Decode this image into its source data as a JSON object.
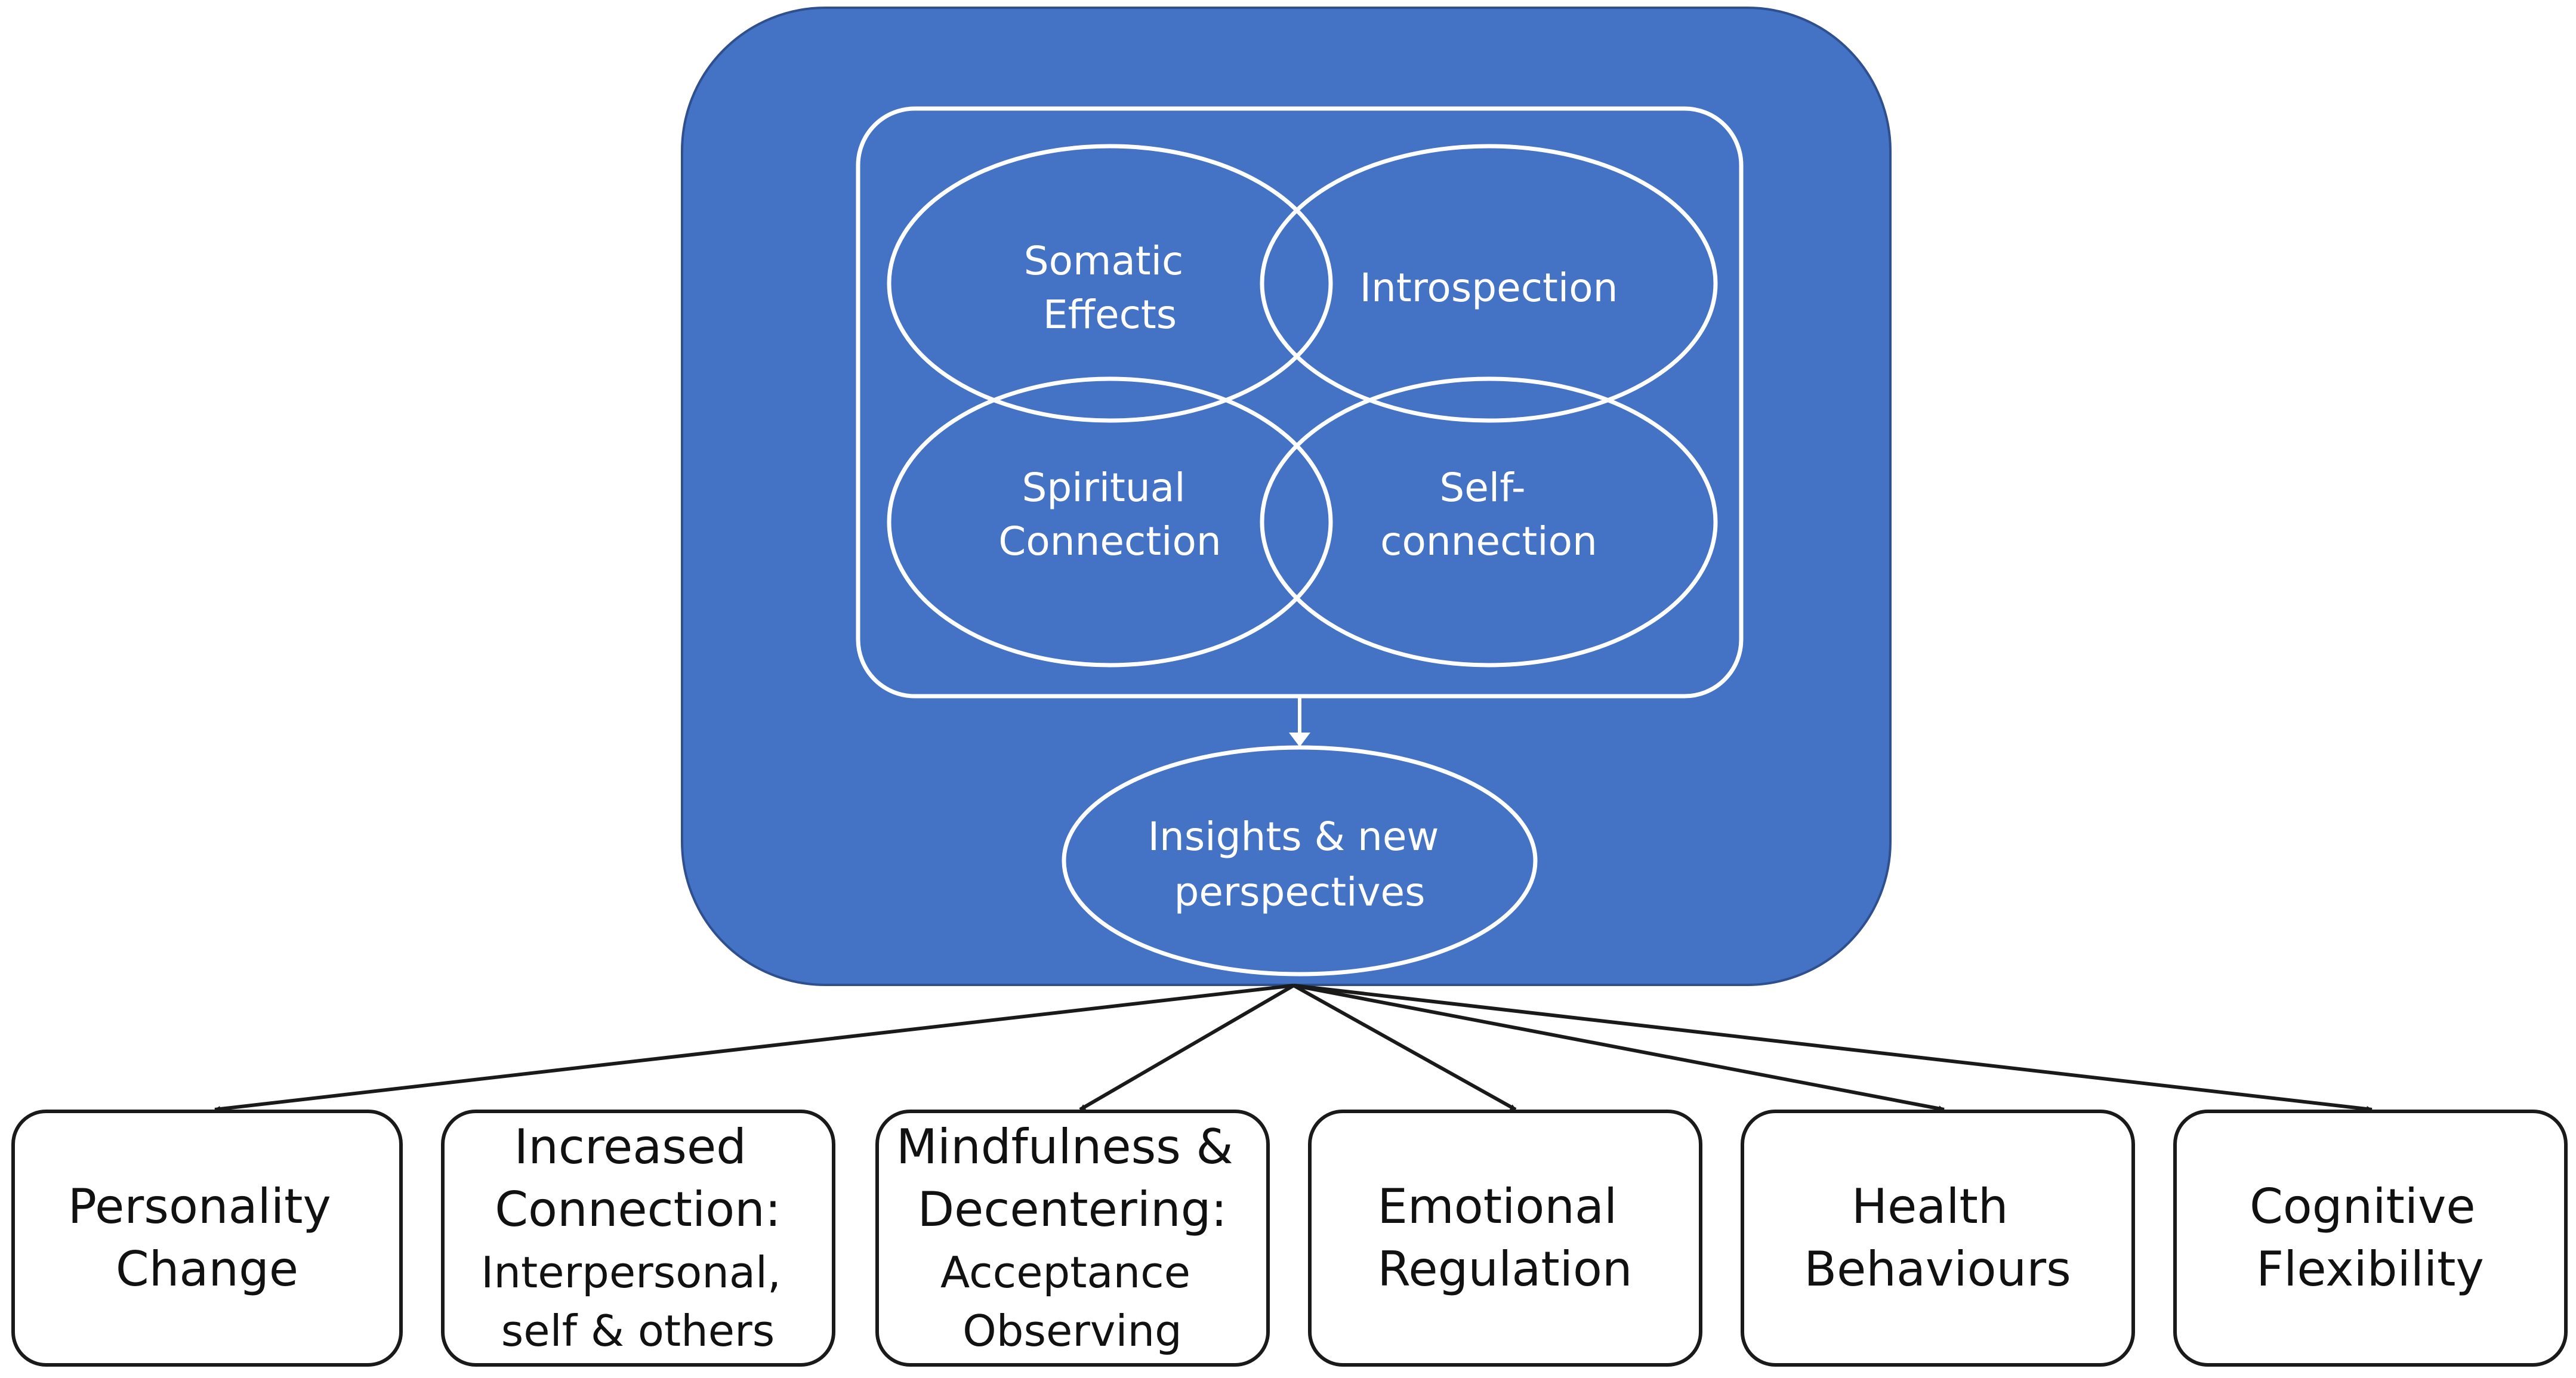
{
  "colors": {
    "panel_fill": "#4472c4",
    "panel_stroke": "#2f4f8f",
    "inner_stroke": "#ffffff",
    "outcome_stroke": "#1a1a1a",
    "arrow": "#1a1a1a"
  },
  "mechanisms": [
    {
      "lines": [
        "Somatic",
        "Effects"
      ]
    },
    {
      "lines": [
        "Introspection"
      ]
    },
    {
      "lines": [
        "Spiritual",
        "Connection"
      ]
    },
    {
      "lines": [
        "Self-",
        "connection"
      ]
    }
  ],
  "insight": {
    "lines": [
      "Insights & new",
      "perspectives"
    ]
  },
  "outcomes": [
    {
      "title": [
        "Personality",
        "Change"
      ],
      "sub": []
    },
    {
      "title": [
        "Increased",
        "Connection:"
      ],
      "sub": [
        "Interpersonal,",
        "self & others"
      ]
    },
    {
      "title": [
        "Mindfulness &",
        "Decentering:"
      ],
      "sub": [
        "Acceptance",
        "Observing"
      ]
    },
    {
      "title": [
        "Emotional",
        "Regulation"
      ],
      "sub": []
    },
    {
      "title": [
        "Health",
        "Behaviours"
      ],
      "sub": []
    },
    {
      "title": [
        "Cognitive",
        "Flexibility"
      ],
      "sub": []
    }
  ]
}
